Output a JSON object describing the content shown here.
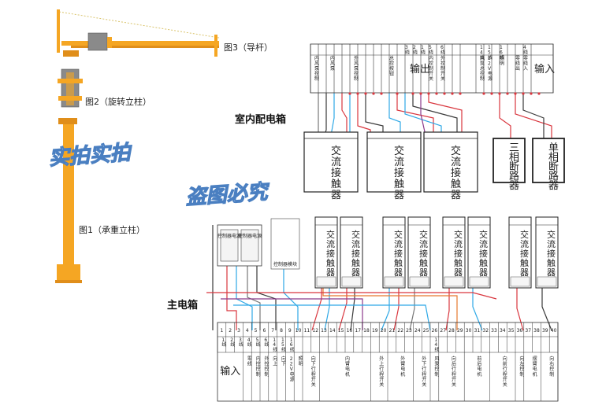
{
  "labels": {
    "guide_rod": "图3（导杆）",
    "rotating_column": "图2（旋转立柱）",
    "bearing_column": "图1（承重立柱）",
    "indoor_box": "室内配电箱",
    "main_box": "主电箱"
  },
  "watermark": [
    "实拍实拍",
    "盗图必究"
  ],
  "indoor": {
    "output_label": "输出",
    "input_label": "输入",
    "terminals": [
      {
        "text": "内风泵控制",
        "wire": ""
      },
      {
        "text": "内风泵",
        "wire": ""
      },
      {
        "text": "外风泵控制",
        "wire": ""
      },
      {
        "text": "总控按钮",
        "wire": ""
      },
      {
        "text": "",
        "wire": "3线"
      },
      {
        "text": "",
        "wire": "2线"
      },
      {
        "text": "",
        "wire": "1线"
      },
      {
        "text": "内控制开关",
        "wire": "5线"
      },
      {
        "text": "外控制开关",
        "wire": "6线"
      },
      {
        "text": "风泵总控制",
        "wire": "14线"
      },
      {
        "text": "22V电源",
        "wire": "15线"
      },
      {
        "text": "照明",
        "wire": "16线"
      },
      {
        "text": "零线出",
        "wire": ""
      },
      {
        "text": "零线入",
        "wire": "4线"
      }
    ],
    "contactors": [
      "交流接触器",
      "交流接触器",
      "交流接触器"
    ],
    "breakers": [
      "三相断路器",
      "单相断路器"
    ]
  },
  "main": {
    "contactors": [
      "交流接触器",
      "交流接触器",
      "交流接触器",
      "交流接触器",
      "交流接触器",
      "交流接触器",
      "交流接触器",
      "交流接触器",
      "交流接触器",
      "交流接触器"
    ],
    "controller": [
      "控制器电源",
      "控制器电源"
    ],
    "module_text": "控制器模块",
    "numbers": [
      "1",
      "2",
      "3",
      "4",
      "5",
      "6",
      "7",
      "8",
      "9",
      "10",
      "11",
      "12",
      "13",
      "14",
      "15",
      "16",
      "17",
      "18",
      "19",
      "20",
      "21",
      "22",
      "23",
      "24",
      "25",
      "26",
      "27",
      "28",
      "29",
      "30",
      "31",
      "32",
      "33",
      "34",
      "35",
      "36",
      "37",
      "38",
      "39",
      "40"
    ],
    "wire_marks": [
      "1线",
      "2线",
      "3线",
      "4线",
      "5线",
      "6线",
      "14线",
      "15线",
      "16线",
      "",
      "",
      "",
      "",
      "",
      "",
      "",
      "",
      "",
      "",
      "",
      "",
      "",
      "",
      "",
      "",
      "14线"
    ],
    "input_label": "输入",
    "groups": [
      {
        "text": "零线",
        "from": 4,
        "to": 4
      },
      {
        "text": "内控控制",
        "from": 5,
        "to": 5
      },
      {
        "text": "外控控制",
        "from": 6,
        "to": 6
      },
      {
        "text": "向上",
        "from": 7,
        "to": 7
      },
      {
        "text": "向下",
        "from": 8,
        "to": 8
      },
      {
        "text": "22V电源",
        "from": 9,
        "to": 9
      },
      {
        "text": "照明",
        "from": 10,
        "to": 10
      },
      {
        "text": "向下行程开关",
        "from": 11,
        "to": 12
      },
      {
        "text": "内臂电机",
        "from": 13,
        "to": 18
      },
      {
        "text": "外上行程开关",
        "from": 19,
        "to": 20
      },
      {
        "text": "外臂电机",
        "from": 21,
        "to": 23
      },
      {
        "text": "外下行程开关",
        "from": 24,
        "to": 25
      },
      {
        "text": "风泵控制",
        "from": 26,
        "to": 26
      },
      {
        "text": "向后行程开关",
        "from": 27,
        "to": 29
      },
      {
        "text": "前后电机",
        "from": 30,
        "to": 32
      },
      {
        "text": "向前行程开关",
        "from": 33,
        "to": 35
      },
      {
        "text": "向左控制",
        "from": 36,
        "to": 36
      },
      {
        "text": "摆臂电机",
        "from": 37,
        "to": 38
      },
      {
        "text": "向右控制",
        "from": 39,
        "to": 40
      }
    ]
  },
  "colors": {
    "pole": "#f5a623",
    "pole_dark": "#e08e1a",
    "box": "#222222",
    "wire_red": "#d9363e",
    "wire_blue": "#2ea8e6",
    "wire_gray": "#777777",
    "wire_dark": "#3a3a3a",
    "wire_purple": "#8b3a8b",
    "wire_orange": "#e6782e"
  }
}
